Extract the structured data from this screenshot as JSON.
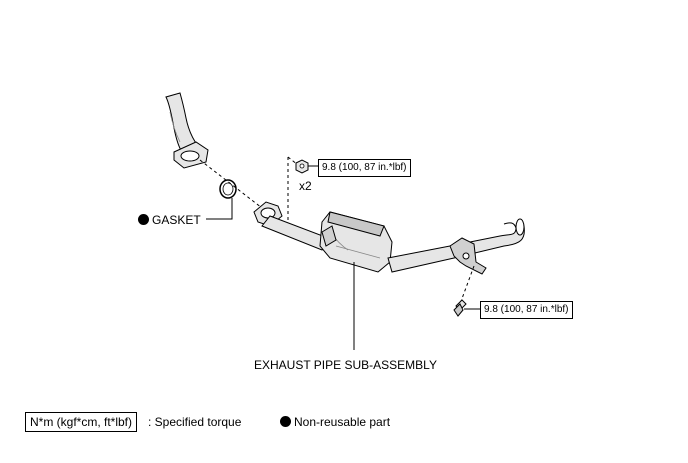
{
  "labels": {
    "gasket": "GASKET",
    "exhaust_pipe": "EXHAUST PIPE SUB-ASSEMBLY",
    "quantity": "x2"
  },
  "torque_callouts": {
    "upper_nut": "9.8 (100, 87 in.*lbf)",
    "lower_bolt": "9.8 (100, 87 in.*lbf)"
  },
  "legend": {
    "torque_unit_box": "N*m (kgf*cm, ft*lbf)",
    "torque_desc": ": Specified torque",
    "non_reusable_desc": "Non-reusable part"
  },
  "colors": {
    "line": "#000000",
    "part_fill": "#e6e6e6",
    "part_shade": "#c8c8c8",
    "background": "#ffffff"
  }
}
